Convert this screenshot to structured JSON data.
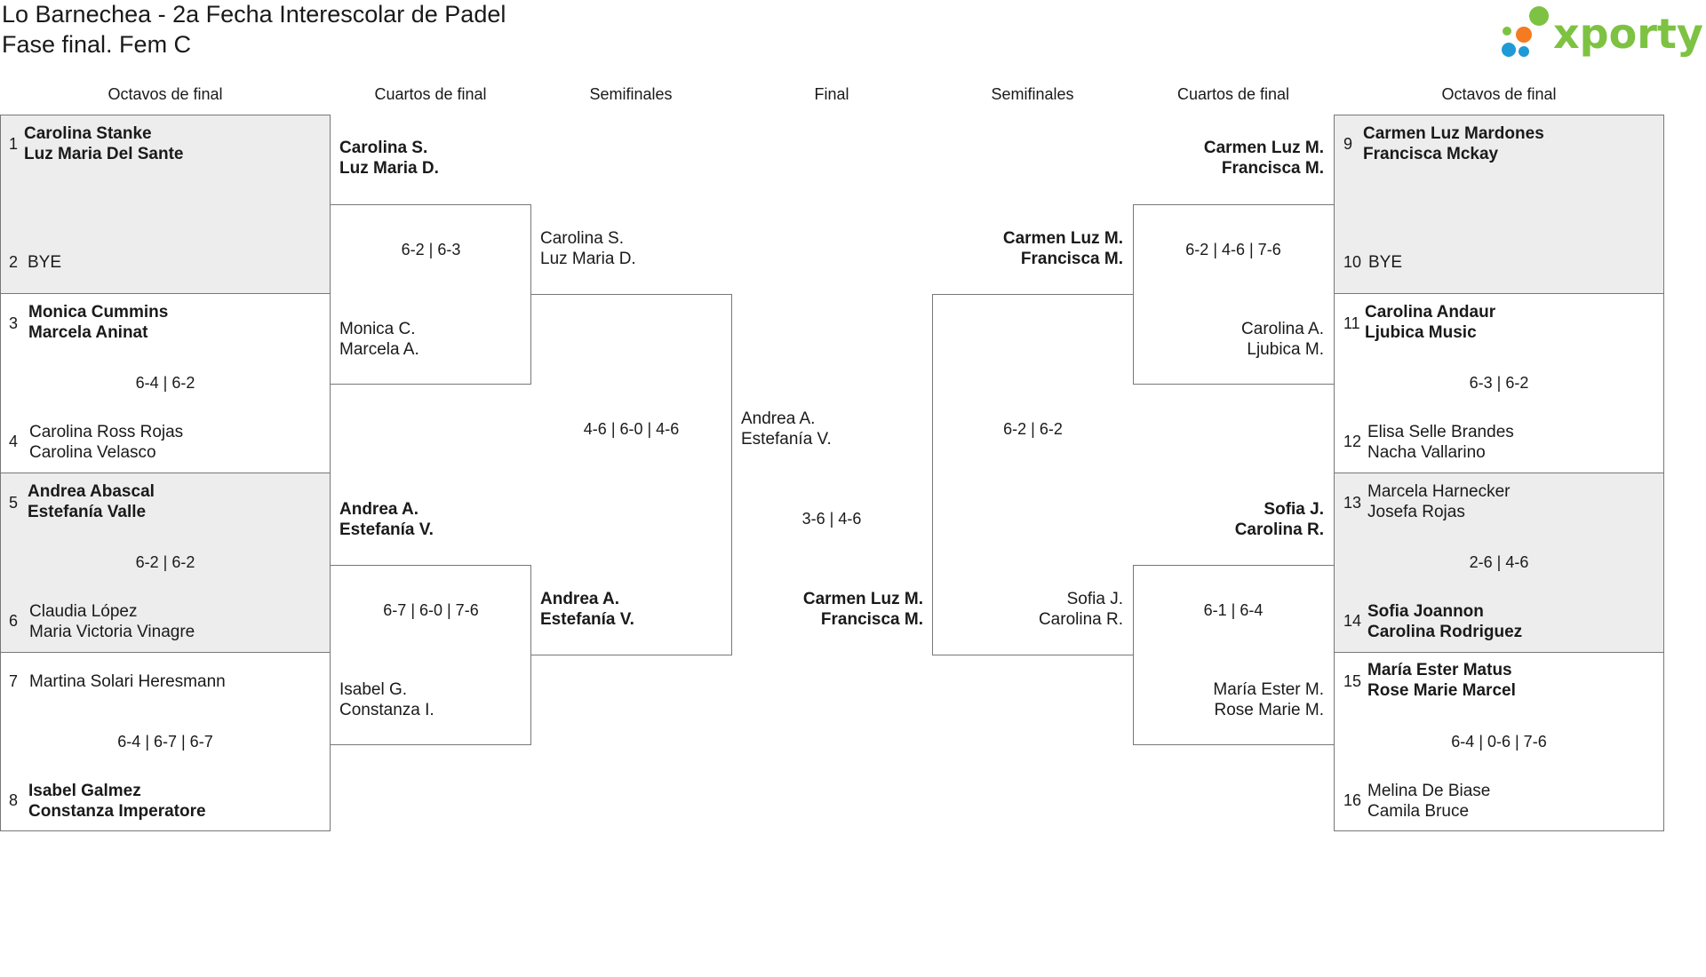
{
  "title": {
    "line1": "Lo Barnechea - 2a Fecha Interescolar de Padel",
    "line2": "Fase final. Fem C"
  },
  "logo": {
    "text": "xporty",
    "colors": [
      "#7dc242",
      "#f47b20",
      "#1e9ad6",
      "#7dc242"
    ]
  },
  "colors": {
    "border": "#777777",
    "seeded_bg": "#ededed",
    "logo_green": "#7dc242"
  },
  "headers": {
    "left": [
      "Octavos de final",
      "Cuartos de final",
      "Semifinales"
    ],
    "final": "Final",
    "right": [
      "Semifinales",
      "Cuartos de final",
      "Octavos de final"
    ]
  },
  "octavos_left": [
    {
      "seed_a": "1",
      "team_a": [
        "Carolina Stanke",
        "Luz Maria Del Sante"
      ],
      "seed_b": "2",
      "team_b": [
        "BYE"
      ],
      "score": ""
    },
    {
      "seed_a": "3",
      "team_a": [
        "Monica Cummins",
        "Marcela Aninat"
      ],
      "seed_b": "4",
      "team_b": [
        "Carolina Ross Rojas",
        "Carolina Velasco"
      ],
      "score": "6-4 | 6-2"
    },
    {
      "seed_a": "5",
      "team_a": [
        "Andrea Abascal",
        "Estefanía Valle"
      ],
      "seed_b": "6",
      "team_b": [
        "Claudia López",
        "Maria Victoria Vinagre"
      ],
      "score": "6-2 | 6-2"
    },
    {
      "seed_a": "7",
      "team_a": [
        "Martina Solari Heresmann"
      ],
      "seed_b": "8",
      "team_b": [
        "Isabel Galmez",
        "Constanza Imperatore"
      ],
      "score": "6-4 | 6-7 | 6-7"
    }
  ],
  "cuartos_left": [
    {
      "team_a": [
        "Carolina S.",
        "Luz Maria D."
      ],
      "team_b": [
        "Monica C.",
        "Marcela A."
      ],
      "score": "6-2 | 6-3"
    },
    {
      "team_a": [
        "Andrea A.",
        "Estefanía V."
      ],
      "team_b": [
        "Isabel G.",
        "Constanza I."
      ],
      "score": "6-7 | 6-0 | 7-6"
    }
  ],
  "semis_left": {
    "team_a": [
      "Carolina S.",
      "Luz Maria D."
    ],
    "team_b": [
      "Andrea A.",
      "Estefanía V."
    ],
    "score": "4-6 | 6-0 | 4-6"
  },
  "final": {
    "team_a": [
      "Andrea A.",
      "Estefanía V."
    ],
    "team_b": [
      "Carmen Luz M.",
      "Francisca M."
    ],
    "score": "3-6 | 4-6"
  },
  "semis_right": {
    "team_a": [
      "Carmen Luz M.",
      "Francisca M."
    ],
    "team_b": [
      "Sofia J.",
      "Carolina R."
    ],
    "score": "6-2 | 6-2"
  },
  "cuartos_right": [
    {
      "team_a": [
        "Carmen Luz M.",
        "Francisca M."
      ],
      "team_b": [
        "Carolina A.",
        "Ljubica M."
      ],
      "score": "6-2 | 4-6 | 7-6"
    },
    {
      "team_a": [
        "Sofia J.",
        "Carolina R."
      ],
      "team_b": [
        "María Ester M.",
        "Rose Marie M."
      ],
      "score": "6-1 | 6-4"
    }
  ],
  "octavos_right": [
    {
      "seed_a": "9",
      "team_a": [
        "Carmen Luz Mardones",
        "Francisca Mckay"
      ],
      "seed_b": "10",
      "team_b": [
        "BYE"
      ],
      "score": ""
    },
    {
      "seed_a": "11",
      "team_a": [
        "Carolina Andaur",
        "Ljubica Music"
      ],
      "seed_b": "12",
      "team_b": [
        "Elisa Selle Brandes",
        "Nacha Vallarino"
      ],
      "score": "6-3 | 6-2"
    },
    {
      "seed_a": "13",
      "team_a": [
        "Marcela Harnecker",
        "Josefa Rojas"
      ],
      "seed_b": "14",
      "team_b": [
        "Sofia Joannon",
        "Carolina Rodriguez"
      ],
      "score": "2-6 | 4-6"
    },
    {
      "seed_a": "15",
      "team_a": [
        "María Ester Matus",
        "Rose Marie Marcel"
      ],
      "seed_b": "16",
      "team_b": [
        "Melina De Biase",
        "Camila Bruce"
      ],
      "score": "6-4 | 0-6 | 7-6"
    }
  ]
}
